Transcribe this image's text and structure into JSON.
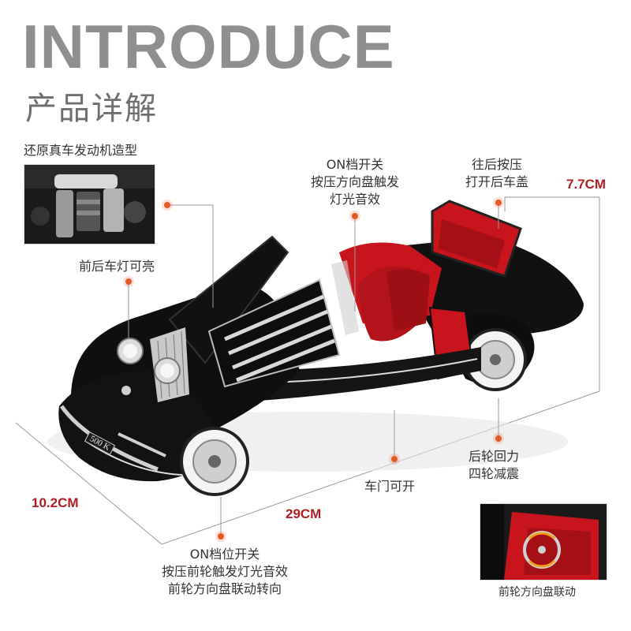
{
  "header": {
    "title": "INTRODUCE",
    "subtitle": "产品详解"
  },
  "callouts": {
    "engine": "还原真车发动机造型",
    "on_switch_top": [
      "ON档开关",
      "按压方向盘触发",
      "灯光音效"
    ],
    "trunk": [
      "往后按压",
      "打开后车盖"
    ],
    "lights": "前后车灯可亮",
    "doors": "车门可开",
    "rear_wheels": [
      "后轮回力",
      "四轮减震"
    ],
    "on_switch_bottom": [
      "ON档位开关",
      "按压前轮触发灯光音效",
      "前轮方向盘联动转向"
    ],
    "steering_link": "前轮方向盘联动"
  },
  "dimensions": {
    "height": "7.7CM",
    "width": "10.2CM",
    "length": "29CM"
  },
  "car": {
    "plate": "500 K"
  },
  "colors": {
    "accent_dot": "#e25a2a",
    "dimension_text": "#b01e24",
    "title_gray": "#8f8f8f",
    "body_black": "#111111",
    "interior_red": "#c8141c"
  }
}
